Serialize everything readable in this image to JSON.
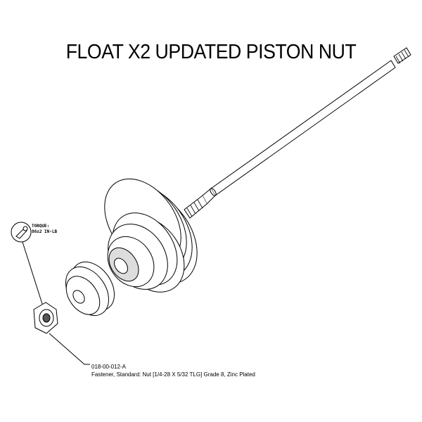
{
  "title": "FLOAT X2 UPDATED PISTON NUT",
  "torque": {
    "label": "TORQUE:",
    "value": "86±2 IN-LB"
  },
  "part": {
    "number": "018-00-012-A",
    "description": "Fastener, Standard: Nut [1/4-28 X 5/32 TLG] Grade 8, Zinc Plated"
  }
}
